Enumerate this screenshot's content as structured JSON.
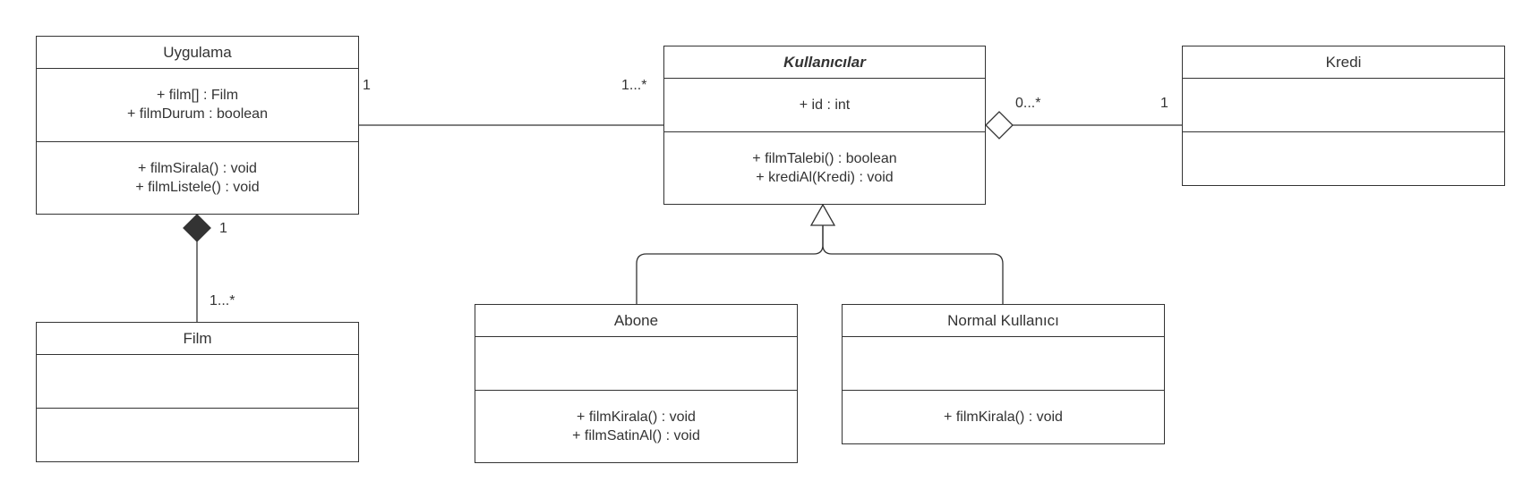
{
  "classes": {
    "uygulama": {
      "name": "Uygulama",
      "attributes": [
        "+ film[] : Film",
        "+ filmDurum : boolean"
      ],
      "operations": [
        "+ filmSirala() : void",
        "+ filmListele() : void"
      ]
    },
    "kullanicilar": {
      "name": "Kullanıcılar",
      "attributes": [
        "+ id : int"
      ],
      "operations": [
        "+ filmTalebi() : boolean",
        "+ krediAl(Kredi) : void"
      ]
    },
    "kredi": {
      "name": "Kredi",
      "attributes": [],
      "operations": []
    },
    "film": {
      "name": "Film",
      "attributes": [],
      "operations": []
    },
    "abone": {
      "name": "Abone",
      "attributes": [],
      "operations": [
        "+ filmKirala() : void",
        "+ filmSatinAl() : void"
      ]
    },
    "normal": {
      "name": "Normal Kullanıcı",
      "attributes": [],
      "operations": [
        "+ filmKirala() : void"
      ]
    }
  },
  "multiplicities": {
    "uygulama_kullanicilar_source": "1",
    "uygulama_kullanicilar_target": "1...*",
    "kullanicilar_kredi_source": "0...*",
    "kullanicilar_kredi_target": "1",
    "uygulama_film_source": "1",
    "uygulama_film_target": "1...*"
  },
  "colors": {
    "line": "#333333",
    "composition_fill": "#333333",
    "background": "#ffffff"
  }
}
